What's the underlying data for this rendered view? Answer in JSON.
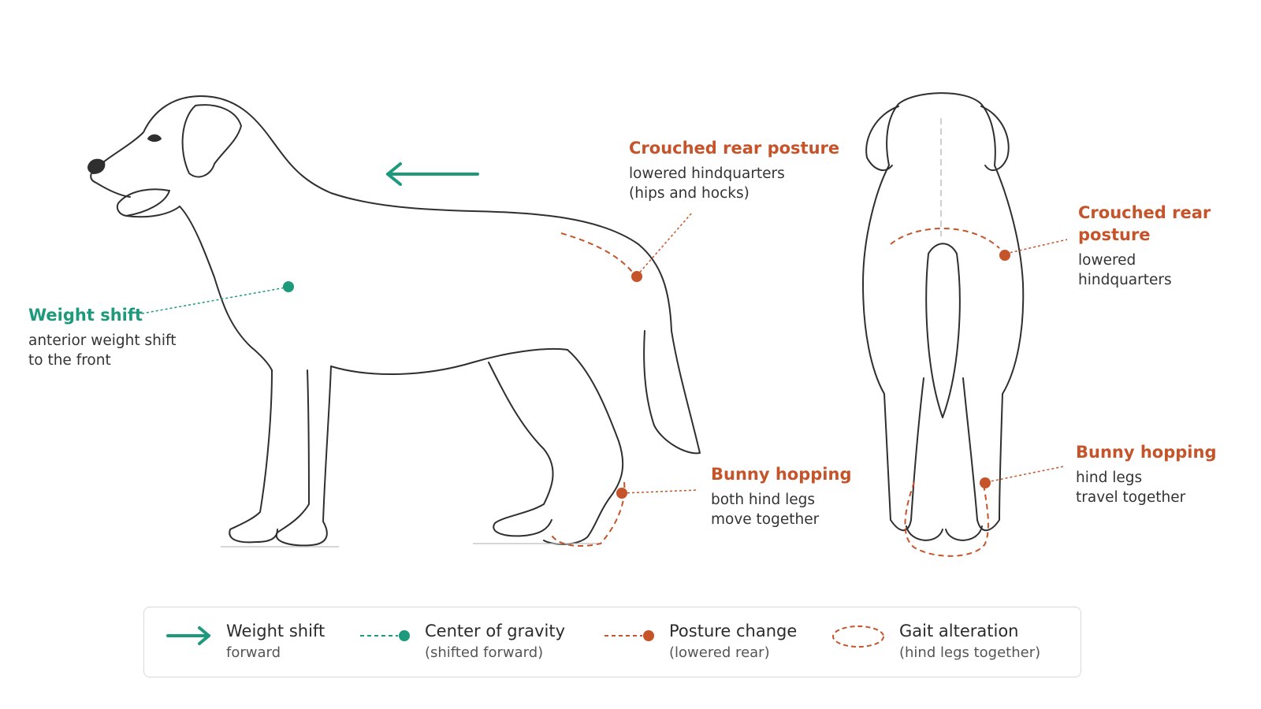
{
  "colors": {
    "green": "#1d9a7c",
    "orange": "#c5542a",
    "line": "#2f2f2f",
    "shade": "#9a9a9a"
  },
  "annotations": {
    "weight_shift": {
      "title": "Weight shift",
      "desc": "anterior weight shift\nto the front"
    },
    "side_crouched": {
      "title": "Crouched rear posture",
      "desc": "lowered hindquarters\n(hips and hocks)"
    },
    "side_bunny": {
      "title": "Bunny hopping",
      "desc": "both hind legs\nmove together"
    },
    "rear_crouched": {
      "title": "Crouched rear\nposture",
      "desc": "lowered\nhindquarters"
    },
    "rear_bunny": {
      "title": "Bunny hopping",
      "desc": "hind legs\ntravel together"
    }
  },
  "legend": [
    {
      "label": "Weight shift",
      "sub": "forward",
      "icon": "arrow-icon"
    },
    {
      "label": "Center of gravity",
      "sub": "(shifted forward)",
      "icon": "green-dot-dashed-icon"
    },
    {
      "label": "Posture change",
      "sub": "(lowered rear)",
      "icon": "orange-dot-dashed-icon"
    },
    {
      "label": "Gait alteration",
      "sub": "(hind legs together)",
      "icon": "dashed-ellipse-icon"
    }
  ]
}
